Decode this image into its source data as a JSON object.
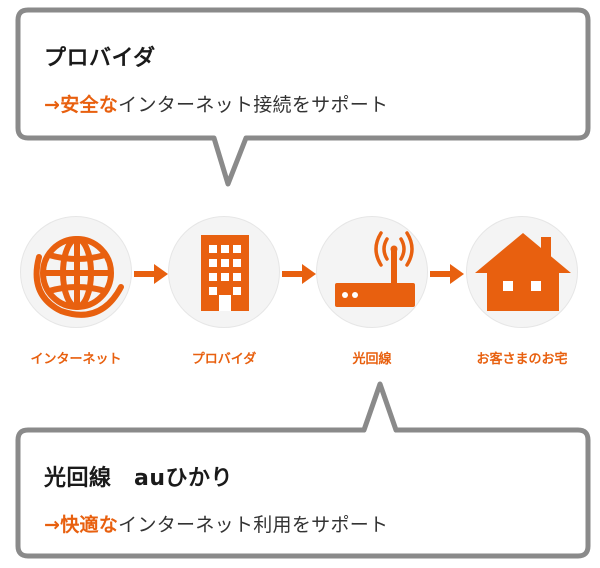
{
  "top_bubble": {
    "title": "プロバイダ",
    "desc_arrow": "→",
    "desc_accent": "安全な",
    "desc_rest": "インターネット接続をサポート"
  },
  "bottom_bubble": {
    "title": "光回線　auひかり",
    "desc_arrow": "→",
    "desc_accent": "快適な",
    "desc_rest": "インターネット利用をサポート"
  },
  "nodes": [
    {
      "label": "インターネット",
      "icon": "globe-icon"
    },
    {
      "label": "プロバイダ",
      "icon": "building-icon"
    },
    {
      "label": "光回線",
      "icon": "router-icon"
    },
    {
      "label": "お客さまのお宅",
      "icon": "house-icon"
    }
  ],
  "colors": {
    "accent": "#e8600f",
    "bubble_border": "#888888",
    "circle_bg": "#f4f4f4"
  }
}
